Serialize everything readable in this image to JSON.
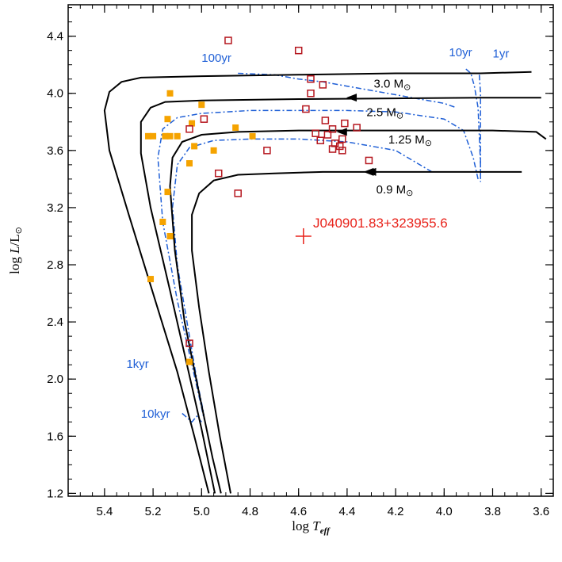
{
  "chart_data": {
    "type": "scatter",
    "title": "",
    "xlabel": "log T_eff",
    "xlabel_parts": {
      "main": "log ",
      "var": "T",
      "sub": "eff"
    },
    "ylabel": "log L/L⊙",
    "ylabel_parts": {
      "main": "log ",
      "var": "L",
      "sep": "/L",
      "sun": "⊙"
    },
    "xlim": [
      5.55,
      3.55
    ],
    "ylim": [
      1.18,
      4.62
    ],
    "x_reversed": true,
    "grid": false,
    "xticks": [
      5.4,
      5.2,
      5.0,
      4.8,
      4.6,
      4.4,
      4.2,
      4.0,
      3.8,
      3.6
    ],
    "xtick_labels": [
      "5.4",
      "5.2",
      "5.0",
      "4.8",
      "4.6",
      "4.4",
      "4.2",
      "4.0",
      "3.8",
      "3.6"
    ],
    "yticks": [
      1.2,
      1.6,
      2.0,
      2.4,
      2.8,
      3.2,
      3.6,
      4.0,
      4.4
    ],
    "ytick_labels": [
      "1.2",
      "1.6",
      "2.0",
      "2.4",
      "2.8",
      "3.2",
      "3.6",
      "4.0",
      "4.4"
    ],
    "colors": {
      "tracks": "#000000",
      "isochrones": "#1f5fd6",
      "open_squares": "#b5161e",
      "filled_squares": "#f5a300",
      "object": "#e8231b"
    },
    "tracks": [
      {
        "label": "3.0 M⊙",
        "label_text": "3.0 M",
        "label_sun": "⊙",
        "label_at": [
          4.29,
          4.04
        ],
        "arrow_at": [
          4.38,
          3.97
        ],
        "points": [
          [
            3.64,
            4.15
          ],
          [
            3.85,
            4.14
          ],
          [
            4.2,
            4.14
          ],
          [
            4.6,
            4.13
          ],
          [
            5.0,
            4.12
          ],
          [
            5.25,
            4.11
          ],
          [
            5.33,
            4.08
          ],
          [
            5.38,
            4.01
          ],
          [
            5.4,
            3.88
          ],
          [
            5.38,
            3.6
          ],
          [
            5.3,
            3.15
          ],
          [
            5.2,
            2.6
          ],
          [
            5.1,
            2.05
          ],
          [
            5.03,
            1.6
          ],
          [
            4.97,
            1.2
          ]
        ]
      },
      {
        "label": "2.5 M⊙",
        "label_text": "2.5 M",
        "label_sun": "⊙",
        "label_at": [
          4.32,
          3.84
        ],
        "arrow_at": [
          4.42,
          3.73
        ],
        "points": [
          [
            3.6,
            3.97
          ],
          [
            3.85,
            3.97
          ],
          [
            4.2,
            3.965
          ],
          [
            4.6,
            3.96
          ],
          [
            5.0,
            3.95
          ],
          [
            5.15,
            3.94
          ],
          [
            5.21,
            3.9
          ],
          [
            5.25,
            3.8
          ],
          [
            5.25,
            3.58
          ],
          [
            5.21,
            3.2
          ],
          [
            5.13,
            2.62
          ],
          [
            5.06,
            2.1
          ],
          [
            5.0,
            1.65
          ],
          [
            4.945,
            1.2
          ]
        ]
      },
      {
        "label": "1.25 M⊙",
        "label_text": "1.25 M",
        "label_sun": "⊙",
        "label_at": [
          4.23,
          3.65
        ],
        "arrow_at": [
          4.31,
          3.45
        ],
        "points": [
          [
            3.58,
            3.68
          ],
          [
            3.62,
            3.73
          ],
          [
            3.8,
            3.74
          ],
          [
            4.2,
            3.74
          ],
          [
            4.6,
            3.74
          ],
          [
            4.85,
            3.73
          ],
          [
            5.0,
            3.71
          ],
          [
            5.08,
            3.66
          ],
          [
            5.12,
            3.55
          ],
          [
            5.13,
            3.35
          ],
          [
            5.11,
            2.9
          ],
          [
            5.07,
            2.4
          ],
          [
            5.01,
            1.9
          ],
          [
            4.955,
            1.45
          ],
          [
            4.92,
            1.2
          ]
        ]
      },
      {
        "label": "0.9 M⊙",
        "label_text": "0.9 M",
        "label_sun": "⊙",
        "label_at": [
          4.28,
          3.3
        ],
        "arrow_at": null,
        "points": [
          [
            3.68,
            3.45
          ],
          [
            3.85,
            3.45
          ],
          [
            4.2,
            3.45
          ],
          [
            4.5,
            3.45
          ],
          [
            4.7,
            3.44
          ],
          [
            4.85,
            3.43
          ],
          [
            4.95,
            3.39
          ],
          [
            5.01,
            3.3
          ],
          [
            5.04,
            3.15
          ],
          [
            5.04,
            2.9
          ],
          [
            5.01,
            2.5
          ],
          [
            4.97,
            2.05
          ],
          [
            4.925,
            1.6
          ],
          [
            4.88,
            1.2
          ]
        ]
      }
    ],
    "isochrones": [
      {
        "label": "100yr",
        "label_at": [
          5.0,
          4.22
        ],
        "points": [
          [
            4.85,
            4.14
          ],
          [
            4.7,
            4.13
          ],
          [
            4.6,
            4.1
          ],
          [
            4.5,
            4.08
          ],
          [
            4.4,
            4.05
          ],
          [
            4.3,
            4.02
          ],
          [
            4.2,
            3.99
          ],
          [
            4.1,
            3.96
          ],
          [
            4.0,
            3.93
          ],
          [
            3.95,
            3.9
          ]
        ]
      },
      {
        "label": "10yr",
        "label_at": [
          3.98,
          4.26
        ],
        "points": [
          [
            3.91,
            4.17
          ],
          [
            3.89,
            4.14
          ],
          [
            3.875,
            4.05
          ],
          [
            3.86,
            3.9
          ],
          [
            3.855,
            3.7
          ],
          [
            3.85,
            3.5
          ],
          [
            3.85,
            3.38
          ]
        ]
      },
      {
        "label": "1yr",
        "label_at": [
          3.8,
          4.25
        ],
        "points": [
          [
            3.855,
            4.13
          ],
          [
            3.85,
            4.0
          ],
          [
            3.85,
            3.8
          ],
          [
            3.85,
            3.6
          ],
          [
            3.85,
            3.4
          ]
        ]
      },
      {
        "label": "",
        "label_at": null,
        "points": [
          [
            3.86,
            3.4
          ],
          [
            3.88,
            3.55
          ],
          [
            3.92,
            3.74
          ],
          [
            4.0,
            3.82
          ],
          [
            4.2,
            3.87
          ],
          [
            4.4,
            3.88
          ],
          [
            4.6,
            3.88
          ],
          [
            4.8,
            3.88
          ],
          [
            5.0,
            3.86
          ],
          [
            5.1,
            3.83
          ],
          [
            5.16,
            3.75
          ],
          [
            5.18,
            3.55
          ],
          [
            5.16,
            3.1
          ],
          [
            5.1,
            2.55
          ],
          [
            5.04,
            2.1
          ],
          [
            5.0,
            1.8
          ],
          [
            4.99,
            1.72
          ]
        ]
      },
      {
        "label": "",
        "label_at": null,
        "points": [
          [
            4.05,
            3.45
          ],
          [
            4.2,
            3.6
          ],
          [
            4.4,
            3.66
          ],
          [
            4.6,
            3.68
          ],
          [
            4.8,
            3.68
          ],
          [
            4.95,
            3.67
          ],
          [
            5.05,
            3.62
          ],
          [
            5.1,
            3.5
          ],
          [
            5.12,
            3.2
          ],
          [
            5.1,
            2.8
          ],
          [
            5.06,
            2.4
          ],
          [
            5.02,
            2.0
          ],
          [
            4.99,
            1.75
          ]
        ]
      },
      {
        "label": "1kyr",
        "label_at": [
          5.31,
          2.08
        ],
        "points": []
      },
      {
        "label": "10kyr",
        "label_at": [
          5.25,
          1.73
        ],
        "points": [
          [
            5.08,
            1.76
          ],
          [
            5.04,
            1.7
          ],
          [
            5.02,
            1.74
          ],
          [
            5.0,
            1.7
          ]
        ]
      }
    ],
    "open_squares": [
      [
        4.89,
        4.37
      ],
      [
        4.6,
        4.3
      ],
      [
        4.55,
        4.1
      ],
      [
        4.5,
        4.06
      ],
      [
        4.55,
        4.0
      ],
      [
        4.57,
        3.89
      ],
      [
        4.99,
        3.82
      ],
      [
        5.05,
        3.75
      ],
      [
        4.49,
        3.81
      ],
      [
        4.41,
        3.79
      ],
      [
        4.36,
        3.76
      ],
      [
        4.46,
        3.75
      ],
      [
        4.53,
        3.72
      ],
      [
        4.48,
        3.71
      ],
      [
        4.51,
        3.67
      ],
      [
        4.42,
        3.68
      ],
      [
        4.45,
        3.65
      ],
      [
        4.43,
        3.63
      ],
      [
        4.46,
        3.61
      ],
      [
        4.42,
        3.6
      ],
      [
        4.73,
        3.6
      ],
      [
        4.31,
        3.53
      ],
      [
        4.93,
        3.44
      ],
      [
        4.85,
        3.3
      ],
      [
        5.05,
        2.25
      ]
    ],
    "filled_squares": [
      [
        5.13,
        4.0
      ],
      [
        5.0,
        3.92
      ],
      [
        5.14,
        3.82
      ],
      [
        5.04,
        3.79
      ],
      [
        5.22,
        3.7
      ],
      [
        5.2,
        3.7
      ],
      [
        5.15,
        3.7
      ],
      [
        5.13,
        3.7
      ],
      [
        5.1,
        3.7
      ],
      [
        4.86,
        3.76
      ],
      [
        4.79,
        3.7
      ],
      [
        5.03,
        3.63
      ],
      [
        4.95,
        3.6
      ],
      [
        5.05,
        3.51
      ],
      [
        5.14,
        3.31
      ],
      [
        5.16,
        3.1
      ],
      [
        5.13,
        3.0
      ],
      [
        5.21,
        2.7
      ],
      [
        5.05,
        2.12
      ]
    ],
    "object": {
      "name": "J040901.83+323955.6",
      "x": 4.58,
      "y": 3.0,
      "label_at": [
        4.54,
        3.06
      ]
    }
  }
}
